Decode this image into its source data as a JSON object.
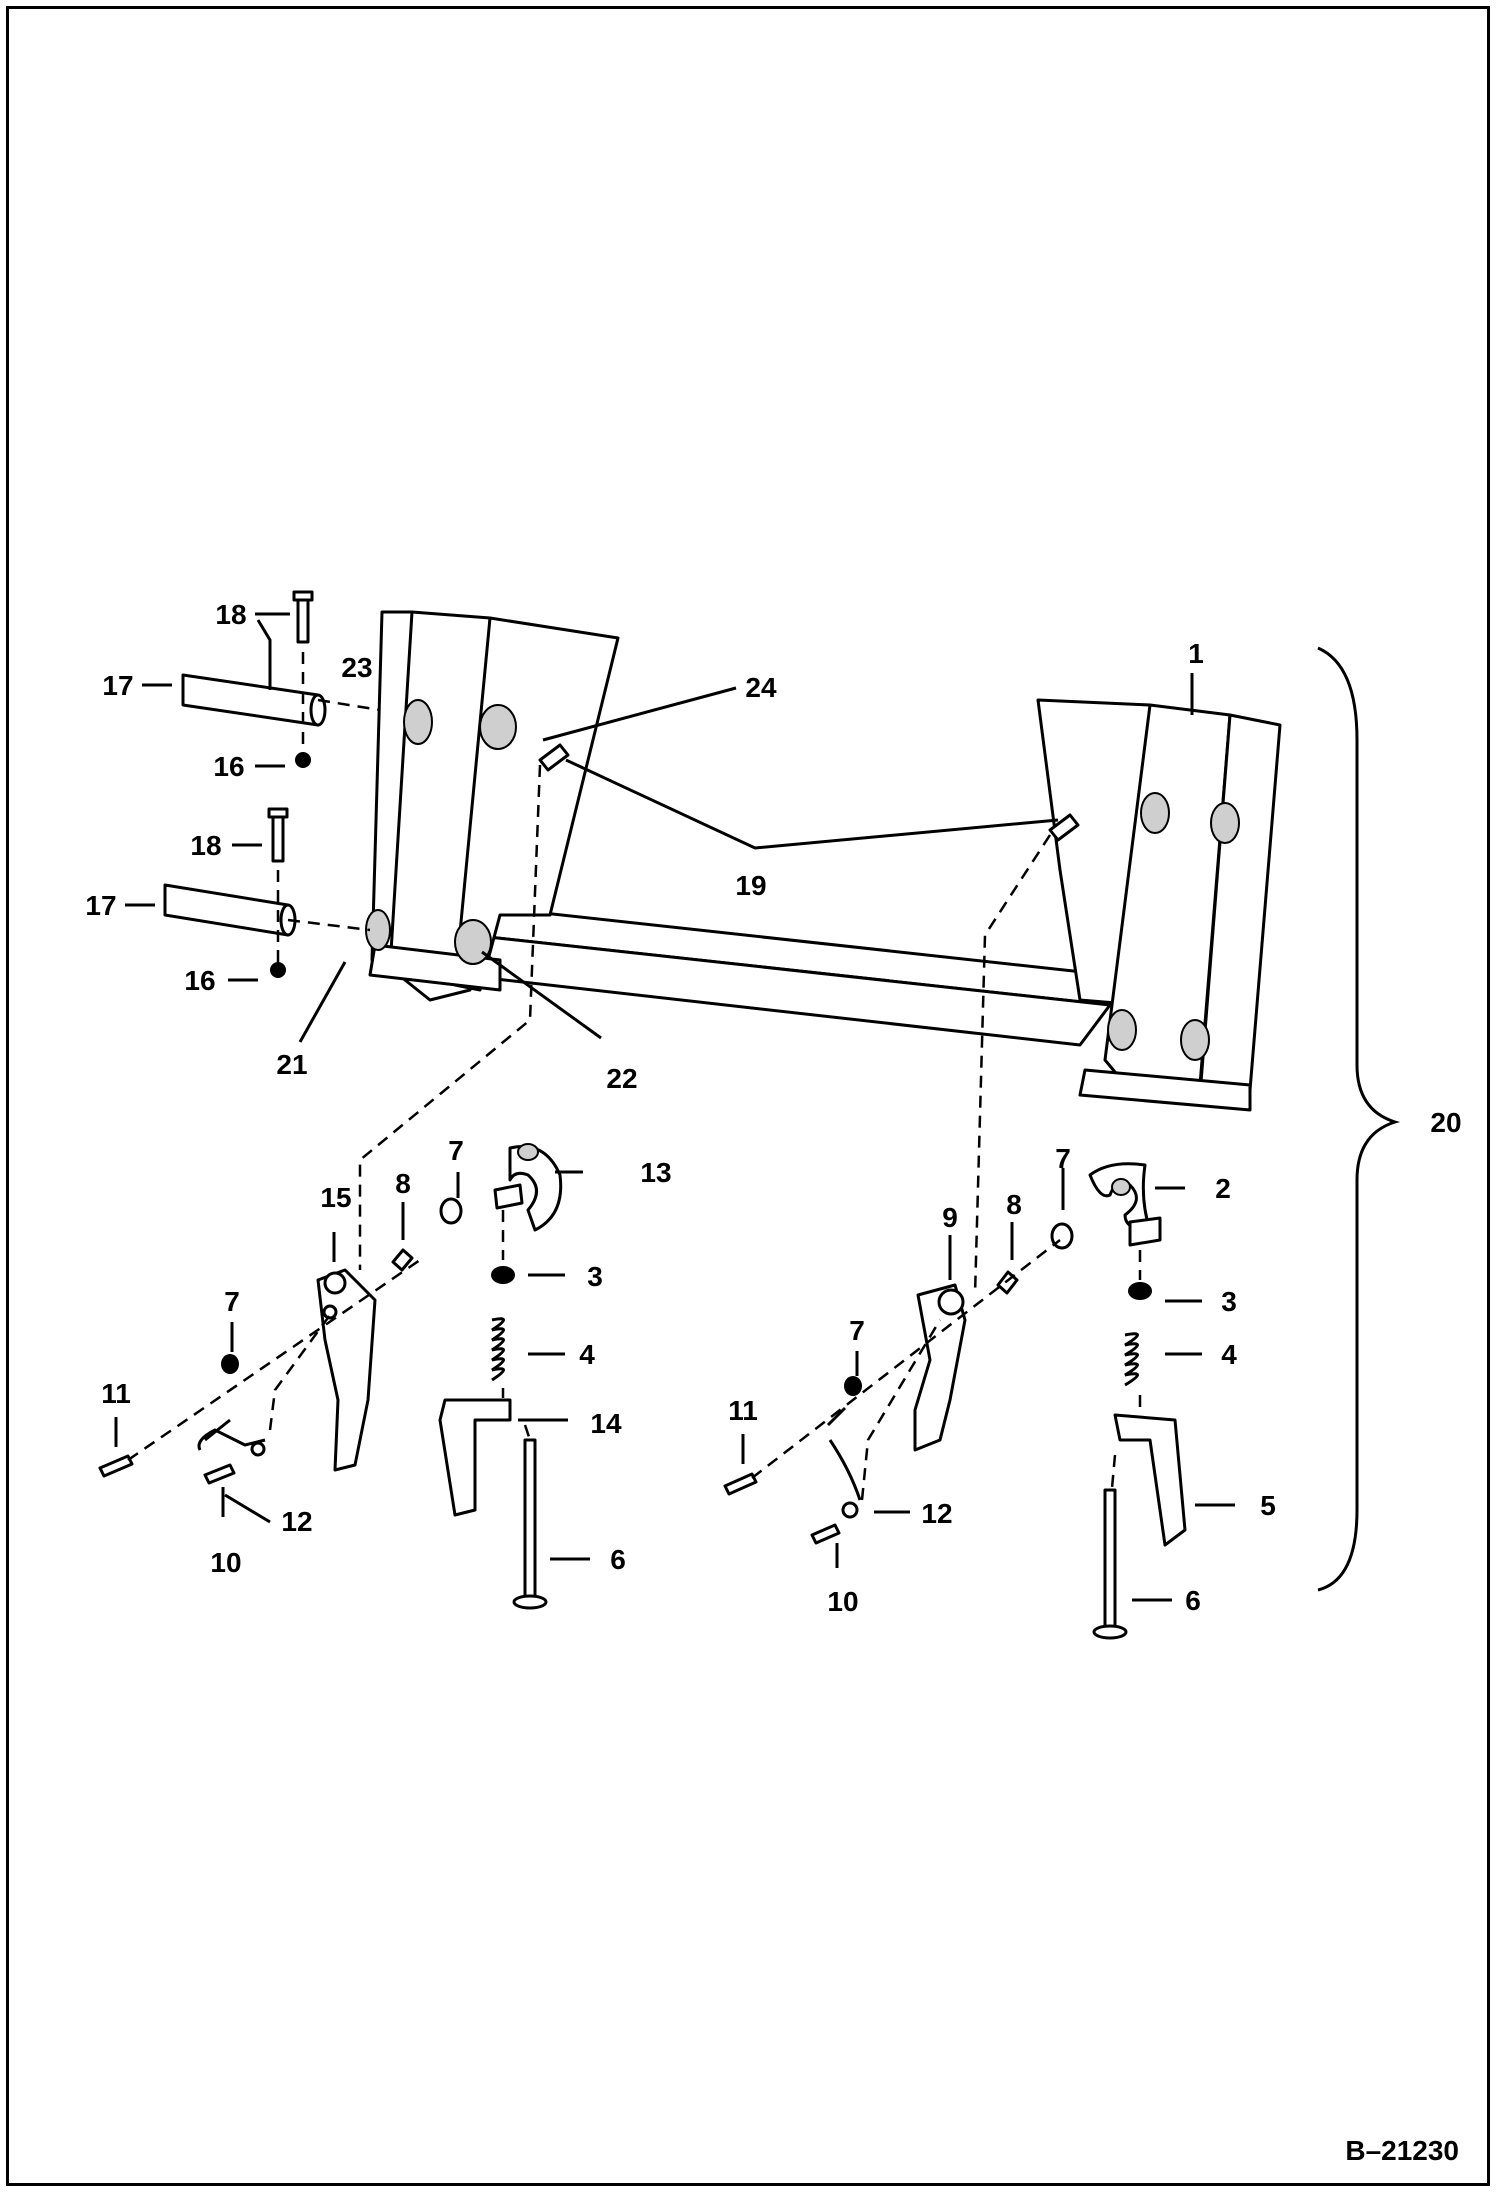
{
  "drawing_number": "B–21230",
  "callouts": {
    "c1": "1",
    "c2": "2",
    "c3a": "3",
    "c3b": "3",
    "c4a": "4",
    "c4b": "4",
    "c5": "5",
    "c6a": "6",
    "c6b": "6",
    "c7a": "7",
    "c7b": "7",
    "c7c": "7",
    "c7d": "7",
    "c8a": "8",
    "c8b": "8",
    "c9": "9",
    "c10a": "10",
    "c10b": "10",
    "c11a": "11",
    "c11b": "11",
    "c12a": "12",
    "c12b": "12",
    "c13": "13",
    "c14": "14",
    "c15": "15",
    "c16a": "16",
    "c16b": "16",
    "c17a": "17",
    "c17b": "17",
    "c18a": "18",
    "c18b": "18",
    "c19": "19",
    "c20": "20",
    "c21": "21",
    "c22": "22",
    "c23": "23",
    "c24": "24"
  }
}
